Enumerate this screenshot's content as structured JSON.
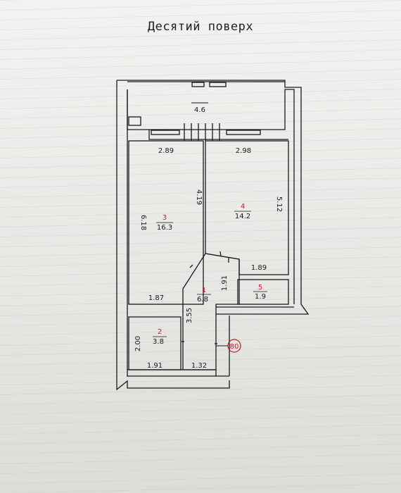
{
  "title": "Десятий поверх",
  "rooms": [
    {
      "id": "r1",
      "number": "1",
      "area": "6.8"
    },
    {
      "id": "r2",
      "number": "2",
      "area": "3.8"
    },
    {
      "id": "r3",
      "number": "3",
      "area": "16.3"
    },
    {
      "id": "r4",
      "number": "4",
      "area": "14.2"
    },
    {
      "id": "r5",
      "number": "5",
      "area": "1.9"
    }
  ],
  "balcony_area": "4.6",
  "dimensions": {
    "room3_top": "2.89",
    "room4_top": "2.98",
    "room3_height": "6.18",
    "room3_right": "4.19",
    "room4_right": "5.12",
    "room4_bottom": "1.89",
    "room3_bottom": "1.87",
    "hall_vertical": "1.91",
    "hall_left": "3.55",
    "room2_left": "2.00",
    "room2_bottom": "1.91",
    "hall_bottom": "1.32"
  },
  "apartment_number": "80",
  "colors": {
    "ink": "#1a1a1a",
    "room_number": "#c0202a"
  }
}
